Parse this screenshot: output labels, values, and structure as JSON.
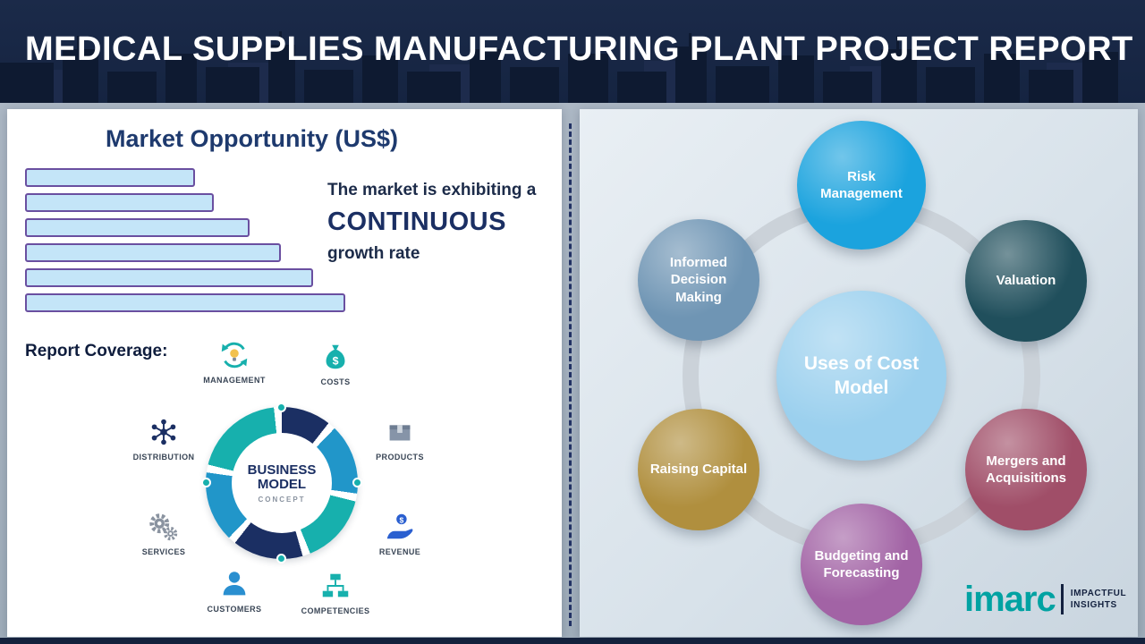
{
  "banner": {
    "title": "MEDICAL SUPPLIES MANUFACTURING PLANT PROJECT REPORT"
  },
  "left": {
    "heading": "Market Opportunity (US$)",
    "market_text": {
      "line1": "The market is exhibiting a",
      "line2": "CONTINUOUS",
      "line3": "growth rate"
    },
    "report_coverage_label": "Report Coverage:",
    "business_model": {
      "center": {
        "line1": "BUSINESS",
        "line2": "MODEL",
        "line3": "CONCEPT"
      },
      "items": [
        {
          "label": "MANAGEMENT",
          "icon": "management-cycle-icon"
        },
        {
          "label": "COSTS",
          "icon": "money-bag-icon"
        },
        {
          "label": "DISTRIBUTION",
          "icon": "network-icon"
        },
        {
          "label": "PRODUCTS",
          "icon": "box-icon"
        },
        {
          "label": "SERVICES",
          "icon": "gears-icon"
        },
        {
          "label": "REVENUE",
          "icon": "hand-coin-icon"
        },
        {
          "label": "CUSTOMERS",
          "icon": "person-icon"
        },
        {
          "label": "COMPETENCIES",
          "icon": "org-chart-icon"
        }
      ]
    }
  },
  "chart_data": {
    "type": "bar",
    "orientation": "horizontal",
    "title": "Market Opportunity (US$)",
    "values": [
      53,
      59,
      70,
      80,
      90,
      100
    ],
    "xlim": [
      0,
      100
    ],
    "note": "six unlabeled bars of steadily increasing length, relative scale",
    "bar_fill": "#c4e5f8",
    "bar_border": "#6a4fa0"
  },
  "right": {
    "center": {
      "label": "Uses of Cost Model",
      "color": "#9bd0ee"
    },
    "items": [
      {
        "label": "Risk Management",
        "color": "#1ba3de"
      },
      {
        "label": "Valuation",
        "color": "#204f5c"
      },
      {
        "label": "Mergers and Acquisitions",
        "color": "#a04e68"
      },
      {
        "label": "Budgeting and Forecasting",
        "color": "#a263a5"
      },
      {
        "label": "Raising Capital",
        "color": "#b08f3e"
      },
      {
        "label": "Informed Decision Making",
        "color": "#6f95b4"
      }
    ]
  },
  "logo": {
    "name": "imarc",
    "tagline_line1": "IMPACTFUL",
    "tagline_line2": "INSIGHTS",
    "color": "#00a2a2"
  }
}
